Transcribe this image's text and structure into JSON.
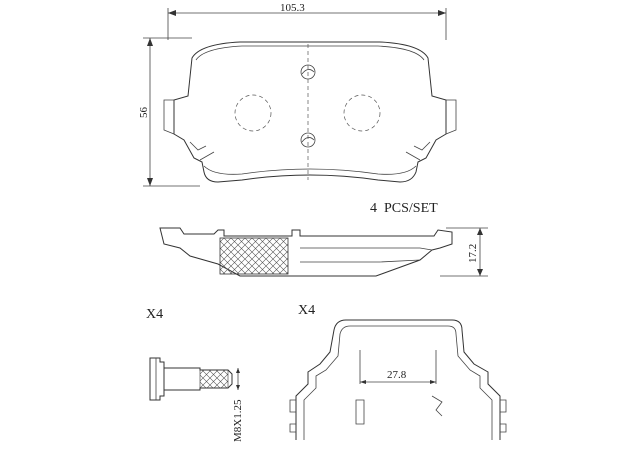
{
  "dimensions": {
    "width": "105.3",
    "height": "56",
    "thickness": "17.2",
    "clip_span": "27.8",
    "bolt_thread": "M8X1.25"
  },
  "labels": {
    "pieces_per_set": "4  PCS/SET",
    "bolt_quantity": "X4",
    "clip_quantity": "X4"
  },
  "colors": {
    "line": "#333333",
    "background": "#ffffff"
  }
}
